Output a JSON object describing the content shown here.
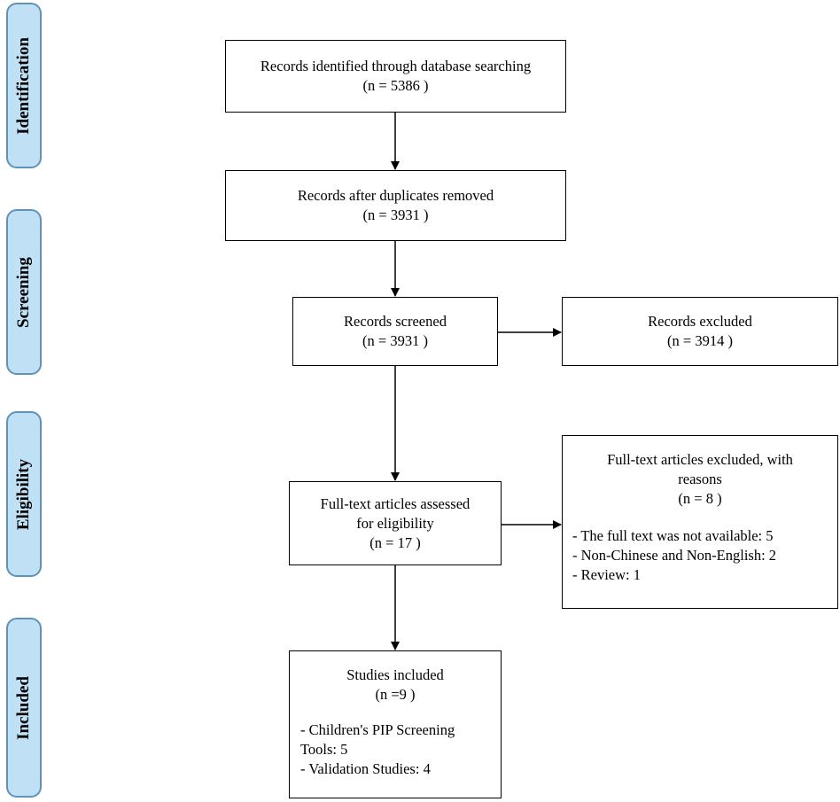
{
  "stages": [
    "Identification",
    "Screening",
    "Eligibility",
    "Included"
  ],
  "boxes": {
    "identified": {
      "title": "Records identified through database searching",
      "count": "(n = 5386 )"
    },
    "dedup": {
      "title": "Records after duplicates removed",
      "count": "(n = 3931 )"
    },
    "screened": {
      "title": "Records screened",
      "count": "(n = 3931 )"
    },
    "excluded": {
      "title": "Records excluded",
      "count": "(n = 3914 )"
    },
    "assessed": {
      "title_line1": "Full-text articles assessed",
      "title_line2": "for eligibility",
      "count": "(n = 17 )"
    },
    "fulltext_excluded": {
      "title_line1": "Full-text articles excluded, with",
      "title_line2": "reasons",
      "count": "(n = 8 )",
      "reasons": [
        "- The full text was not available: 5",
        "- Non-Chinese and Non-English: 2",
        "- Review: 1"
      ]
    },
    "included": {
      "title": "Studies included",
      "count": "(n =9 )",
      "items_line1": "- Children's PIP Screening",
      "items_line2": "Tools: 5",
      "items_line3": "- Validation Studies: 4"
    }
  }
}
